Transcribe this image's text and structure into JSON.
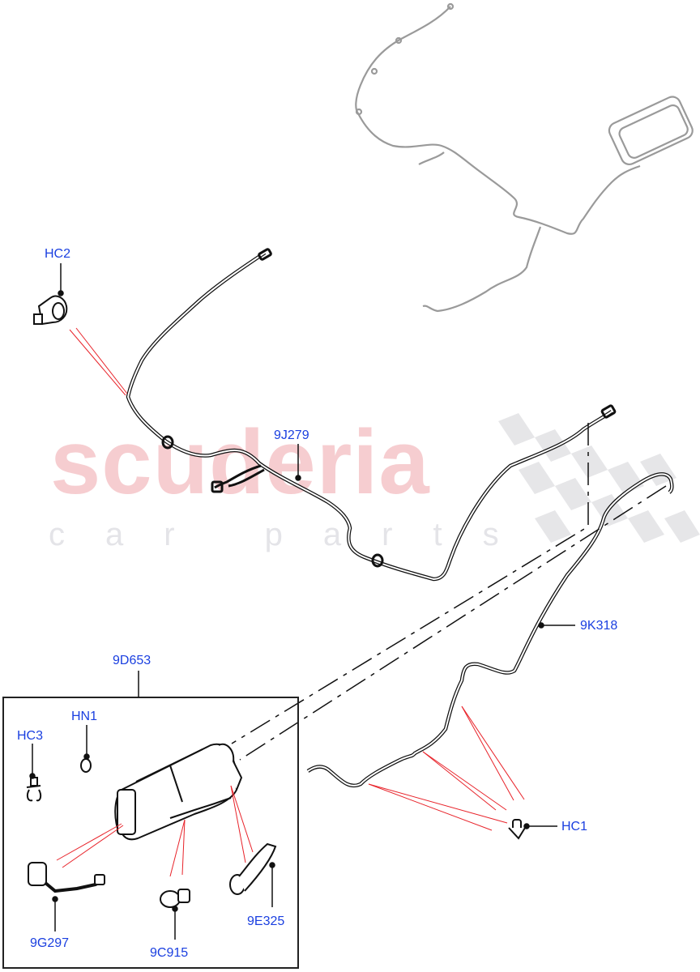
{
  "diagram": {
    "type": "exploded-parts-diagram",
    "subject": "Fuel vapour / evaporative emission lines and carbon canister",
    "watermark": {
      "main": "scuderia",
      "sub": "car parts",
      "main_color": "#f6cdd0",
      "sub_color": "#e4e4e8"
    },
    "colors": {
      "callout_text": "#1a3fe0",
      "line_art": "#111111",
      "ghost_overview": "#8a8a8a",
      "reference_lines": "#e8232a",
      "background": "#ffffff"
    },
    "callouts": [
      {
        "id": "HC2",
        "label": "HC2",
        "part": "clip / holder"
      },
      {
        "id": "9J279",
        "label": "9J279",
        "part": "vapour tube (upper)"
      },
      {
        "id": "9K318",
        "label": "9K318",
        "part": "vapour tube (lower)"
      },
      {
        "id": "9D653",
        "label": "9D653",
        "part": "carbon canister assembly"
      },
      {
        "id": "HN1",
        "label": "HN1",
        "part": "nut"
      },
      {
        "id": "HC3",
        "label": "HC3",
        "part": "clip"
      },
      {
        "id": "9G297",
        "label": "9G297",
        "part": "canister vent valve & tube"
      },
      {
        "id": "9C915",
        "label": "9C915",
        "part": "purge valve"
      },
      {
        "id": "9E325",
        "label": "9E325",
        "part": "hose"
      },
      {
        "id": "HC1",
        "label": "HC1",
        "part": "clip"
      }
    ]
  }
}
